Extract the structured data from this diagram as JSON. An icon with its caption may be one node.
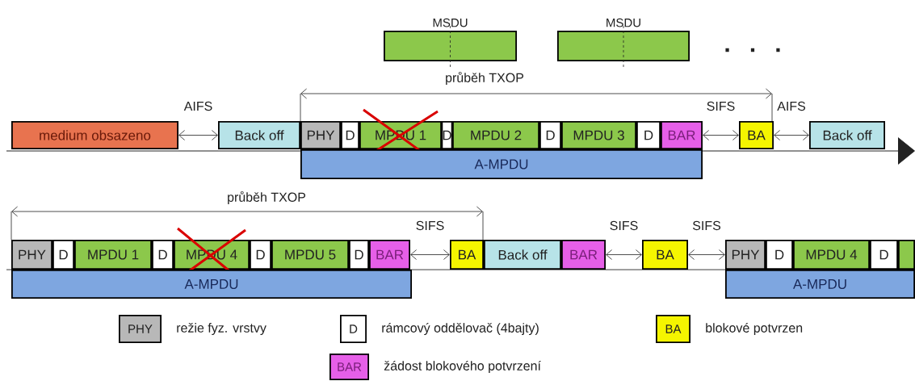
{
  "diagram": {
    "nodes": [
      {
        "text": [
          "MSDU"
        ]
      },
      {
        "text": [
          "MSDU"
        ]
      },
      {
        "text": [
          "medium obsazeno"
        ]
      },
      {
        "text": [
          "Back off"
        ]
      },
      {
        "text": [
          "PHY"
        ]
      },
      {
        "text": [
          "D"
        ]
      },
      {
        "text": [
          "MPDU 1"
        ]
      },
      {
        "text": [
          "D"
        ]
      },
      {
        "text": [
          "MPDU 2"
        ]
      },
      {
        "text": [
          "D"
        ]
      },
      {
        "text": [
          "MPDU 3"
        ]
      },
      {
        "text": [
          "D"
        ]
      },
      {
        "text": [
          "BAR"
        ]
      },
      {
        "text": [
          "BA"
        ]
      },
      {
        "text": [
          "Back off"
        ]
      },
      {
        "text": [
          "A-MPDU"
        ]
      },
      {
        "text": [
          "PHY"
        ]
      },
      {
        "text": [
          "D"
        ]
      },
      {
        "text": [
          "MPDU 1"
        ]
      },
      {
        "text": [
          "D"
        ]
      },
      {
        "text": [
          "MPDU 4"
        ]
      },
      {
        "text": [
          "D"
        ]
      },
      {
        "text": [
          "MPDU 5"
        ]
      },
      {
        "text": [
          "D"
        ]
      },
      {
        "text": [
          "BAR"
        ]
      },
      {
        "text": [
          "BA"
        ]
      },
      {
        "text": [
          "Back off"
        ]
      },
      {
        "text": [
          "BAR"
        ]
      },
      {
        "text": [
          "BA"
        ]
      },
      {
        "text": [
          "PHY"
        ]
      },
      {
        "text": [
          "D"
        ]
      },
      {
        "text": [
          "MPDU 4"
        ]
      },
      {
        "text": [
          "D"
        ]
      },
      {
        "text": [],
        "shape": "box"
      },
      {
        "text": [
          "A-MPDU"
        ]
      },
      {
        "text": [
          "A-MPDU"
        ]
      },
      {
        "text": [
          "PHY"
        ],
        "beside": [
          "režie fyz. vrstvy"
        ]
      },
      {
        "text": [
          "D"
        ],
        "beside": [
          "rámcový oddělovač (4bajty)"
        ]
      },
      {
        "text": [
          "BA"
        ],
        "beside": [
          "blokové potvrzen"
        ]
      },
      {
        "text": [
          "BAR"
        ],
        "beside": [
          "žádost blokového potvrzení"
        ]
      }
    ],
    "edges": [
      {
        "from": 2,
        "to": 3,
        "arrow": "both",
        "label": "AIFS"
      },
      {
        "from": 12,
        "to": 13,
        "arrow": "both",
        "label": "SIFS"
      },
      {
        "from": 13,
        "to": 14,
        "arrow": "both",
        "label": "AIFS"
      },
      {
        "from": 24,
        "to": 25,
        "arrow": "both",
        "label": "SIFS"
      },
      {
        "from": 27,
        "to": 28,
        "arrow": "both",
        "label": "SIFS"
      },
      {
        "from": 28,
        "to": 29,
        "arrow": "both",
        "label": "SIFS"
      }
    ],
    "labels": [
      "průběh TXOP",
      ". . .",
      "průběh TXOP"
    ]
  }
}
